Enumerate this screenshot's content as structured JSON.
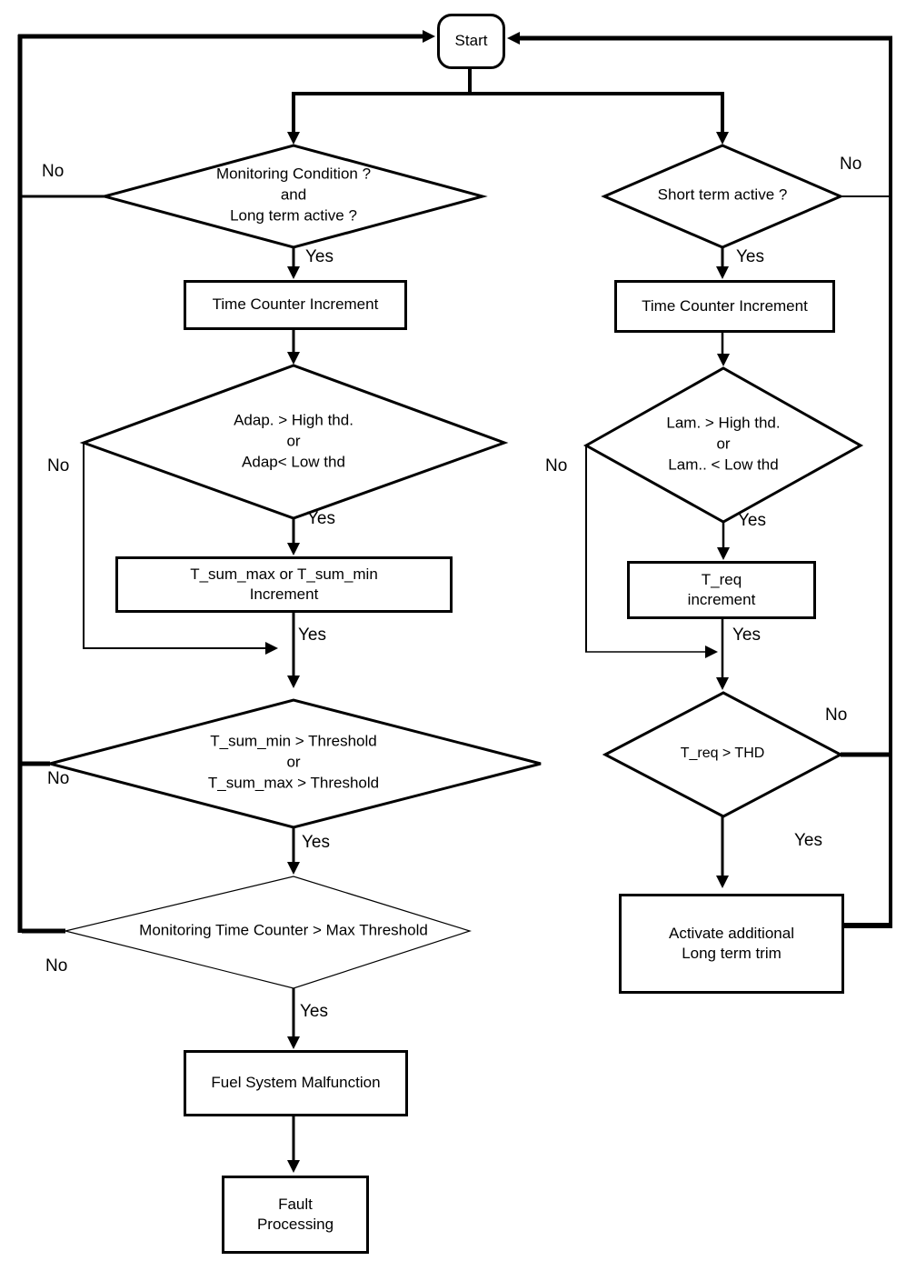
{
  "labels": {
    "yes": "Yes",
    "no": "No"
  },
  "nodes": {
    "start": "Start",
    "left_branch": {
      "monitoring_condition": "Monitoring Condition ?\nand\nLong term active ?",
      "time_counter_increment": "Time Counter Increment",
      "adap_threshold": "Adap. > High thd.\nor\nAdap< Low thd",
      "t_sum_increment": "T_sum_max or T_sum_min\nIncrement",
      "t_sum_threshold": "T_sum_min > Threshold\nor\nT_sum_max > Threshold",
      "monitoring_time_counter": "Monitoring Time Counter > Max Threshold",
      "fuel_system_malfunction": "Fuel System Malfunction",
      "fault_processing": "Fault\nProcessing"
    },
    "right_branch": {
      "short_term_active": "Short term active ?",
      "time_counter_increment": "Time Counter Increment",
      "lam_threshold": "Lam. > High thd.\nor\nLam.. < Low thd",
      "t_req_increment": "T_req\nincrement",
      "t_req_thd": "T_req > THD",
      "activate_long_term_trim": "Activate additional\nLong term trim"
    }
  }
}
